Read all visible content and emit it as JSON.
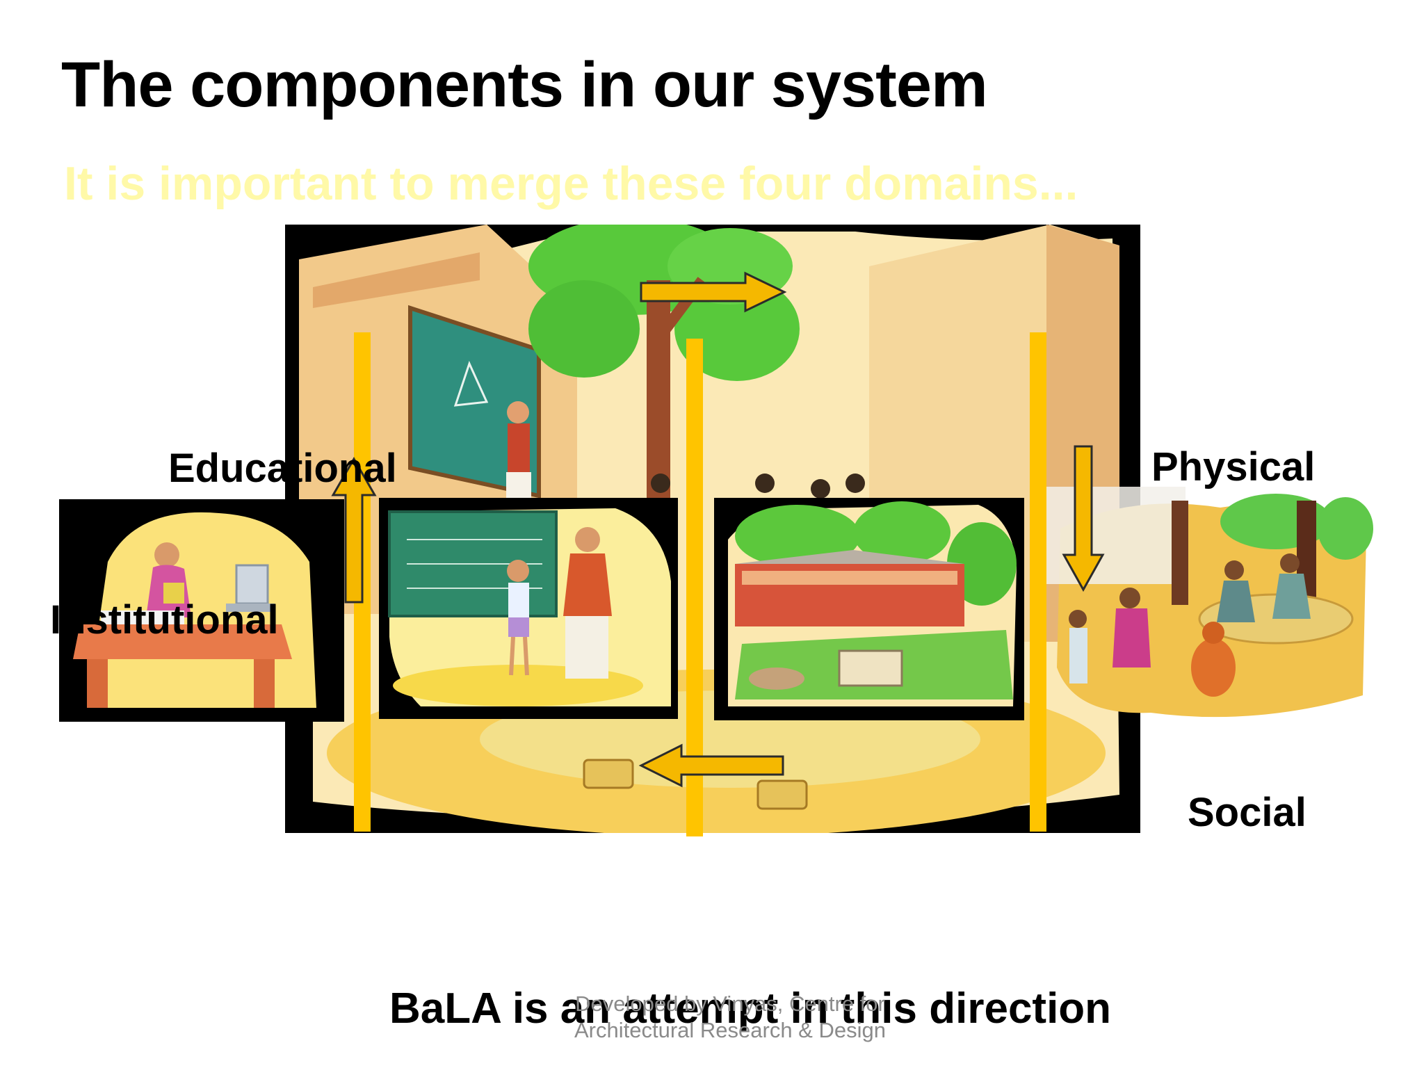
{
  "slide": {
    "title": "The components in our system",
    "subtitle": "It is important to merge these four domains...",
    "labels": {
      "educational": "Educational",
      "physical": "Physical",
      "institutional": "Institutional",
      "social": "Social"
    },
    "conclusion": "BaLA is an attempt in this direction",
    "footer_line1": "Developed by Vinyas, Centre for",
    "footer_line2": "Architectural Research & Design"
  },
  "colors": {
    "background": "#ffffff",
    "subtitle": "#fff9a8",
    "arrow_yellow": "#f5b800",
    "bar_yellow": "#ffc400"
  },
  "illustrations": [
    "school-courtyard-illustration",
    "office-administrator-illustration",
    "teacher-student-chalkboard-illustration",
    "school-campus-illustration",
    "village-community-gathering-illustration"
  ]
}
